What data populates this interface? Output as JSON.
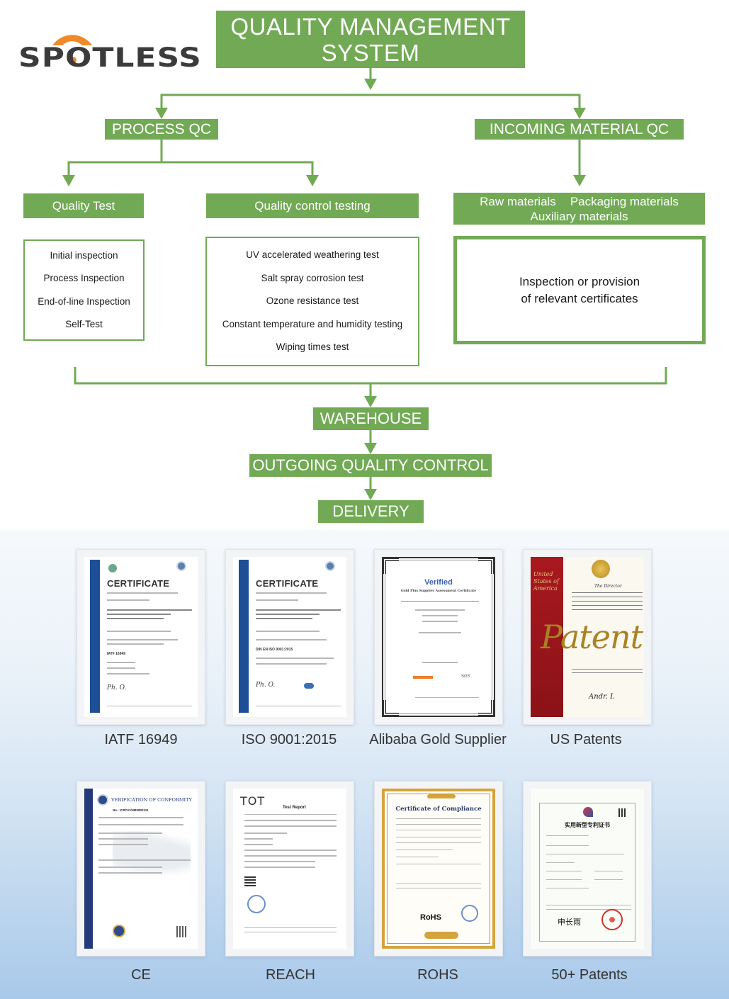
{
  "brand": {
    "logo_text": "SPOTLESS",
    "colors": {
      "accent_green": "#72a955",
      "logo_orange": "#ef8a2b",
      "logo_gray": "#3b3b3b"
    }
  },
  "flowchart": {
    "title_line1": "QUALITY MANAGEMENT",
    "title_line2": "SYSTEM",
    "process_qc": {
      "label": "PROCESS QC",
      "quality_test": {
        "label": "Quality Test",
        "items": [
          "Initial inspection",
          "Process Inspection",
          "End-of-line Inspection",
          "Self-Test"
        ]
      },
      "quality_control_testing": {
        "label": "Quality control testing",
        "items": [
          "UV accelerated weathering test",
          "Salt spray corrosion test",
          "Ozone resistance test",
          "Constant temperature and humidity testing",
          "Wiping times test"
        ]
      }
    },
    "incoming_material_qc": {
      "label": "INCOMING MATERIAL QC",
      "materials_line1_a": "Raw materials",
      "materials_line1_b": "Packaging materials",
      "materials_line2": "Auxiliary materials",
      "detail_line1": "Inspection or provision",
      "detail_line2": "of relevant certificates"
    },
    "warehouse": "WAREHOUSE",
    "outgoing_qc": "OUTGOING QUALITY CONTROL",
    "delivery": "DELIVERY"
  },
  "certificates": [
    {
      "label": "IATF 16949",
      "doc_title": "CERTIFICATE",
      "doc_sub": "IATF 16949",
      "style": "tuv"
    },
    {
      "label": "ISO 9001:2015",
      "doc_title": "CERTIFICATE",
      "doc_sub": "DIN EN ISO 9001:2015",
      "style": "tuv"
    },
    {
      "label": "Alibaba Gold Supplier",
      "doc_title": "Verified",
      "doc_sub": "Gold Plus Supplier Assessment Certificate",
      "style": "ornate-dark"
    },
    {
      "label": "US Patents",
      "doc_title": "Patent",
      "doc_sub": "The Director",
      "side_text": "United States of America",
      "style": "patent"
    },
    {
      "label": "CE",
      "doc_title": "VERIFICATION OF CONFORMITY",
      "doc_sub": "No.: ICR/VC/HM2802111",
      "style": "voc"
    },
    {
      "label": "REACH",
      "doc_title": "TOT",
      "doc_sub": "Test Report",
      "style": "tot"
    },
    {
      "label": "ROHS",
      "doc_title": "Certificate of Compliance",
      "doc_sub": "RoHS",
      "style": "ornate-gold"
    },
    {
      "label": "50+ Patents",
      "doc_title": "实用新型专利证书",
      "doc_sub": "",
      "style": "cnipa"
    }
  ]
}
